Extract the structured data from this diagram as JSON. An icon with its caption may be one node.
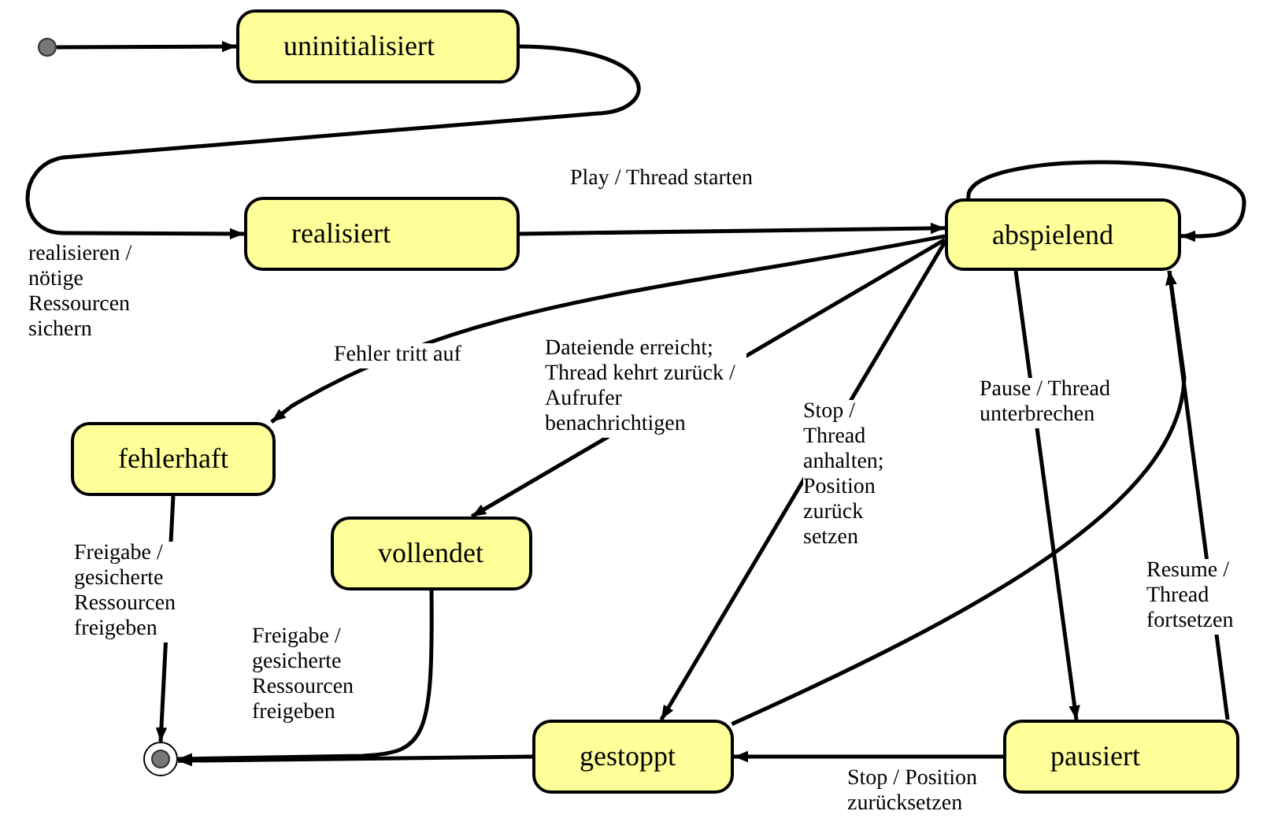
{
  "diagram": {
    "nodes": [
      {
        "text": [],
        "shape": "circle"
      },
      {
        "text": [
          "uninitialisiert"
        ]
      },
      {
        "text": [
          "realisiert"
        ]
      },
      {
        "text": [
          "abspielend"
        ]
      },
      {
        "text": [
          "fehlerhaft"
        ]
      },
      {
        "text": [
          "vollendet"
        ]
      },
      {
        "text": [
          "gestoppt"
        ]
      },
      {
        "text": [
          "pausiert"
        ]
      },
      {
        "text": [],
        "shape": "circle"
      }
    ],
    "edges": [
      {
        "from": 0,
        "to": 1,
        "arrow": "to"
      },
      {
        "from": 1,
        "to": 2,
        "arrow": "to",
        "label": "realisieren / nötige Ressourcen sichern"
      },
      {
        "from": 2,
        "to": 3,
        "arrow": "to",
        "label": "Play / Thread starten"
      },
      {
        "from": 3,
        "to": 3,
        "arrow": "to"
      },
      {
        "from": 3,
        "to": 4,
        "arrow": "to",
        "label": "Fehler tritt auf"
      },
      {
        "from": 3,
        "to": 5,
        "arrow": "to",
        "label": "Dateiende erreicht; Thread kehrt zurück / Aufrufer benachrichtigen"
      },
      {
        "from": 3,
        "to": 6,
        "arrow": "to",
        "label": "Stop / Thread anhalten; Position zurück setzen"
      },
      {
        "from": 6,
        "to": 3,
        "arrow": "to"
      },
      {
        "from": 3,
        "to": 7,
        "arrow": "to",
        "label": "Pause / Thread unterbrechen"
      },
      {
        "from": 7,
        "to": 3,
        "arrow": "to",
        "label": "Resume / Thread fortsetzen"
      },
      {
        "from": 7,
        "to": 6,
        "arrow": "to",
        "label": "Stop / Position zurücksetzen"
      },
      {
        "from": 4,
        "to": 8,
        "arrow": "to",
        "label": "Freigabe / gesicherte Ressourcen freigeben"
      },
      {
        "from": 5,
        "to": 8,
        "arrow": "to",
        "label": "Freigabe / gesicherte Ressourcen freigeben"
      },
      {
        "from": 6,
        "to": 8,
        "arrow": "to"
      }
    ]
  }
}
